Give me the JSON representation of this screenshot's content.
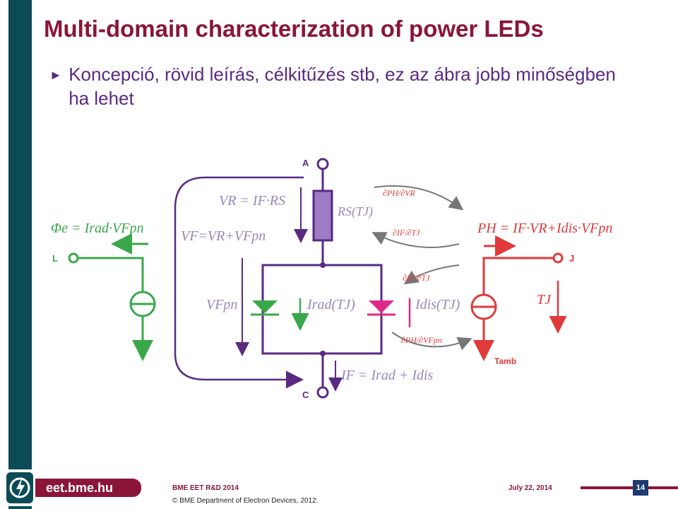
{
  "slide": {
    "title": "Multi-domain characterization of power LEDs",
    "bullet_marker": "►",
    "bullet_text": "Koncepció, rövid leírás, célkitűzés stb, ez az ábra jobb minőségben ha lehet"
  },
  "diagram": {
    "node_a": "A",
    "node_c": "C",
    "node_l": "L",
    "node_j": "J",
    "t_amb": "Tamb",
    "eq_vr": "VR = IF·RS",
    "eq_vf": "VF=VR+VFpn",
    "eq_phi": "Φe = Irad·VFpn",
    "eq_ph": "PH = IF·VR+Idis·VFpn",
    "eq_if": "IF = Irad + Idis",
    "lbl_rs": "RS(TJ)",
    "lbl_vfpn": "VFpn",
    "lbl_irad": "Irad(TJ)",
    "lbl_idis": "Idis(TJ)",
    "lbl_tj": "TJ",
    "d1": "∂PH/∂VR",
    "d2": "∂IF/∂TJ",
    "d3": "∂IF/∂TJ",
    "d4": "∂PH/∂VFpn"
  },
  "footer": {
    "site": "eet.bme.hu",
    "event": "BME EET R&D 2014",
    "copyright": "© BME Department of Electron Devices, 2012.",
    "date": "July 22, 2014",
    "page": "14"
  },
  "colors": {
    "title": "#8b1538",
    "bullet": "#5a2a82",
    "sidebar": "#0c4b55",
    "circuit": "#5a2a82",
    "optical": "#3aa84a",
    "thermal": "#e03a3a",
    "led_dissipation": "#e0288a"
  }
}
